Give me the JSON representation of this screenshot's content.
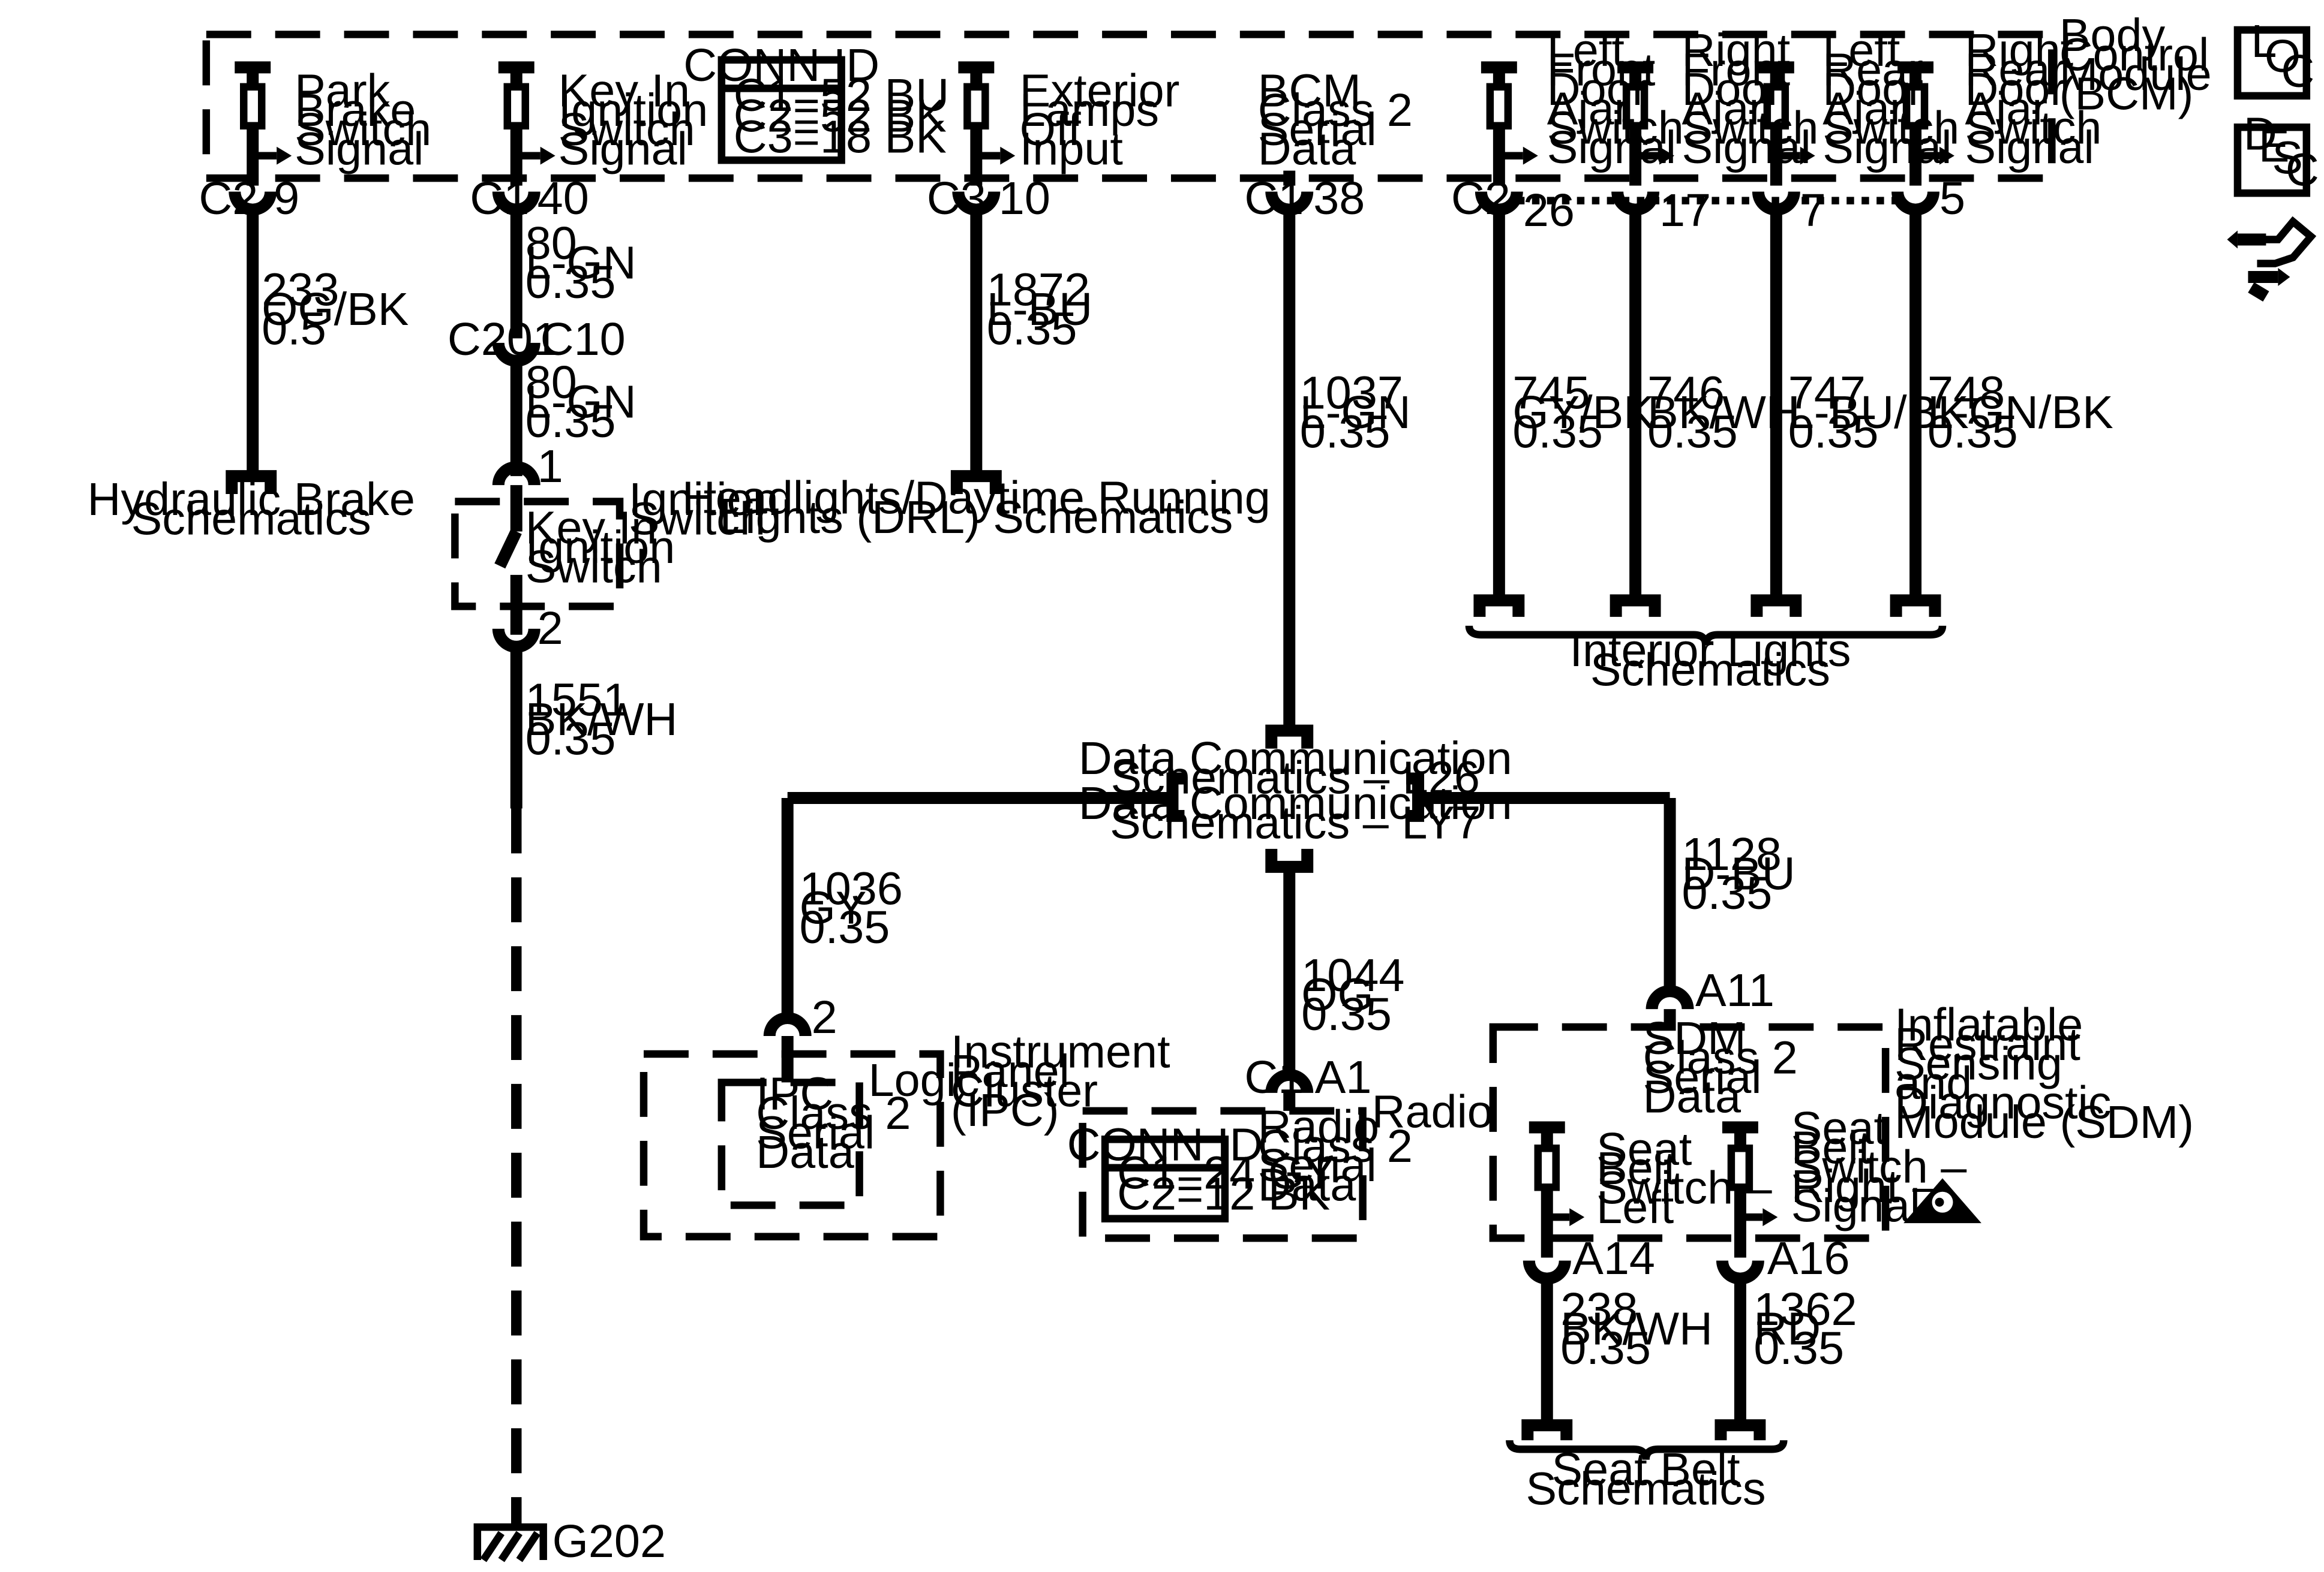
{
  "bcm": {
    "module_name": [
      "Body",
      "Control",
      "Module",
      "(BCM)"
    ],
    "conn_id": {
      "title": "CONN ID",
      "lines": [
        "C1=52 BU",
        "C2=52 BK",
        "C3=18 BK"
      ]
    },
    "circuits": [
      {
        "label": [
          "Park",
          "Brake",
          "Switch",
          "Signal"
        ],
        "conn": "C2",
        "pin": "9",
        "wire": [
          "233",
          "OG/BK",
          "0.5"
        ],
        "dest": [
          "Hydraulic Brake",
          "Schematics"
        ]
      },
      {
        "label": [
          "Key In",
          "Ignition",
          "Switch",
          "Signal"
        ],
        "conn": "C1",
        "pin": "40",
        "wire": [
          "80",
          "L-GN",
          "0.35"
        ]
      },
      {
        "label": [
          "Exterior",
          "Lamps",
          "Off",
          "Input"
        ],
        "conn": "C3",
        "pin": "10",
        "wire": [
          "1872",
          "L-BU",
          "0.35"
        ],
        "dest": [
          "Headlights/Daytime Running",
          "Lights (DRL) Schematics"
        ]
      },
      {
        "label": [
          "BCM",
          "Class 2",
          "Serial",
          "Data"
        ],
        "conn": "C1",
        "pin": "38",
        "wire": [
          "1037",
          "L-GN",
          "0.35"
        ]
      },
      {
        "label": [
          "Left",
          "Front",
          "Door",
          "Ajar",
          "Switch",
          "Signal"
        ],
        "conn": "C2",
        "pin": "26",
        "wire": [
          "745",
          "GY/BK",
          "0.35"
        ]
      },
      {
        "label": [
          "Right",
          "Front",
          "Door",
          "Ajar",
          "Switch",
          "Signal"
        ],
        "pin": "17",
        "wire": [
          "746",
          "BK/WH",
          "0.35"
        ]
      },
      {
        "label": [
          "Left",
          "Rear",
          "Door",
          "Ajar",
          "Switch",
          "Signal"
        ],
        "pin": "7",
        "wire": [
          "747",
          "L-BU/BK",
          "0.35"
        ]
      },
      {
        "label": [
          "Right",
          "Rear",
          "Door",
          "Ajar",
          "Switch",
          "Signal"
        ],
        "pin": "5",
        "wire": [
          "748",
          "L-GN/BK",
          "0.35"
        ]
      }
    ]
  },
  "inline_connector": {
    "left": "C201",
    "right": "C10",
    "wire": [
      "80",
      "L-GN",
      "0.35"
    ]
  },
  "ignition_switch": {
    "label": [
      "Ignition",
      "Switch"
    ],
    "inner": [
      "Key In",
      "Ignition",
      "Switch"
    ],
    "pin_top": "1",
    "pin_bottom": "2",
    "wire": [
      "1551",
      "BK/WH",
      "0.35"
    ],
    "ground": "G202"
  },
  "interior_lights": [
    "Interior Lights",
    "Schematics"
  ],
  "data_comm": {
    "line1": [
      "Data Communication",
      "Schematics – L26"
    ],
    "line2": [
      "Data Communication",
      "Schematics – LY7"
    ]
  },
  "ipc": {
    "wire": [
      "1036",
      "GY",
      "0.35"
    ],
    "pin": "2",
    "logic": "Logic",
    "inner": [
      "IPC",
      "Class 2",
      "Serial",
      "Data"
    ],
    "label": [
      "Instrument",
      "Panel",
      "Cluster",
      "(IPC)"
    ]
  },
  "radio": {
    "wire": [
      "1044",
      "OG",
      "0.35"
    ],
    "conn": "C1",
    "pin": "A1",
    "label": "Radio",
    "inner": [
      "Radio",
      "Class 2",
      "Serial",
      "Data"
    ],
    "conn_id": {
      "title": "CONN ID",
      "lines": [
        "C1=24 GY",
        "C2=12 BK"
      ]
    }
  },
  "sdm": {
    "wire": [
      "1128",
      "D-BU",
      "0.35"
    ],
    "pin": "A11",
    "inner": [
      "SDM",
      "Class 2",
      "Serial",
      "Data"
    ],
    "label": [
      "Inflatable",
      "Restraint",
      "Sensing",
      "and",
      "Diagnostic",
      "Module (SDM)"
    ],
    "left": {
      "label": [
        "Seat",
        "Belt",
        "Switch –",
        "Left"
      ],
      "pin": "A14",
      "wire": [
        "238",
        "BK/WH",
        "0.35"
      ]
    },
    "right": {
      "label": [
        "Seat",
        "Belt",
        "Switch –",
        "Right –",
        "Signal"
      ],
      "pin": "A16",
      "wire": [
        "1362",
        "RD",
        "0.35"
      ]
    }
  },
  "seat_belt": [
    "Seat Belt",
    "Schematics"
  ],
  "side_icons": {
    "loc": [
      "L",
      "O",
      "C"
    ],
    "desc": [
      "D",
      "E",
      "S",
      "C"
    ],
    "connector_icon": "connector-end-view-icon"
  }
}
